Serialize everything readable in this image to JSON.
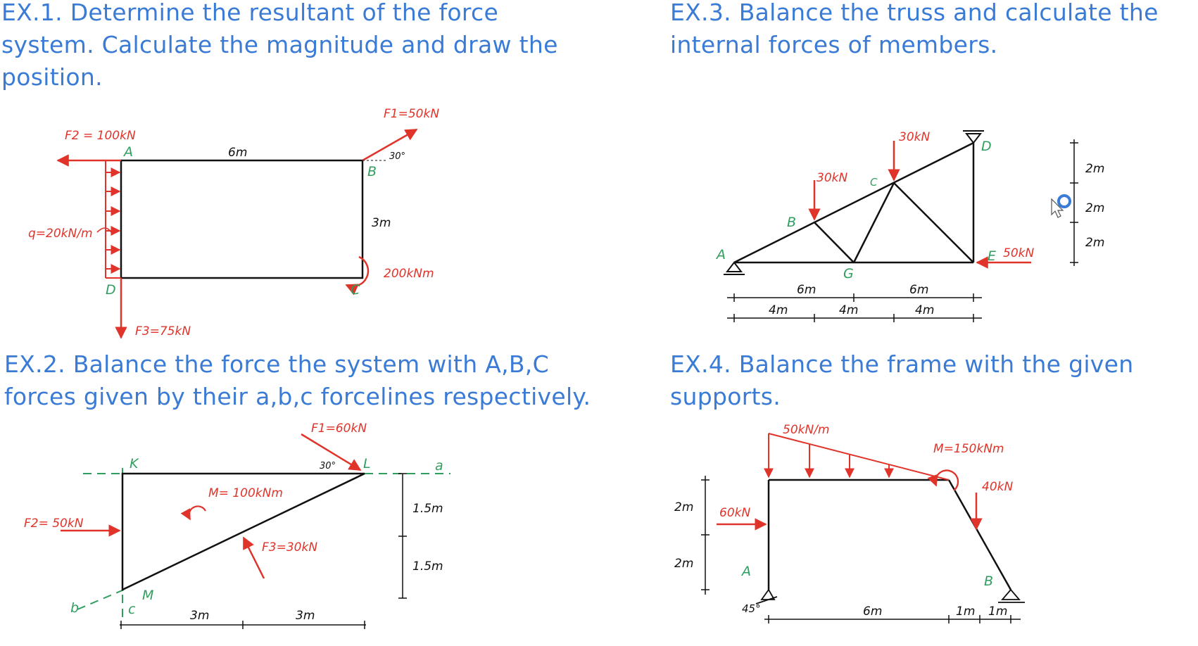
{
  "headings": {
    "ex1": [
      "EX.1. Determine the resultant of the force",
      "system. Calculate the magnitude and draw the",
      "position."
    ],
    "ex2": [
      "EX.2. Balance the force the system with A,B,C",
      "forces given by their a,b,c forcelines respectively."
    ],
    "ex3": [
      "EX.3. Balance the truss and calculate the",
      "internal forces of members."
    ],
    "ex4": [
      "EX.4. Balance the frame with the given",
      "supports."
    ]
  },
  "ex1": {
    "points": {
      "a": "A",
      "b": "B",
      "c": "C",
      "d": "D"
    },
    "f1": "F1=50kN",
    "f2": "F2 = 100kN",
    "f3": "F3=75kN",
    "angle": "30°",
    "moment": "200kNm",
    "q": "q=20kN/m",
    "dim_top": "6m",
    "dim_right": "3m"
  },
  "ex2": {
    "points": {
      "k": "K",
      "l": "L",
      "m": "M"
    },
    "f1": "F1=60kN",
    "f2": "F2= 50kN",
    "f3": "F3=30kN",
    "moment": "M= 100kNm",
    "angle": "30°",
    "line_a": "a",
    "line_b": "b",
    "line_c": "c",
    "dims_x": [
      "3m",
      "3m"
    ],
    "dims_y": [
      "1.5m",
      "1.5m"
    ]
  },
  "ex3": {
    "points": {
      "a": "A",
      "b": "B",
      "c": "C",
      "d": "D",
      "e": "E",
      "g": "G"
    },
    "load_b": "30kN",
    "load_c": "30kN",
    "load_e": "50kN",
    "dims_row1": [
      "6m",
      "6m"
    ],
    "dims_row2": [
      "4m",
      "4m",
      "4m"
    ],
    "dims_vertical": [
      "2m",
      "2m",
      "2m"
    ]
  },
  "ex4": {
    "points": {
      "a": "A",
      "b": "B"
    },
    "dist_load": "50kN/m",
    "moment": "M=150kNm",
    "p_vertical": "40kN",
    "p_horizontal": "60kN",
    "angle": "45°",
    "dims_x": [
      "6m",
      "1m",
      "1m"
    ],
    "dims_y": [
      "2m",
      "2m"
    ]
  },
  "colors": {
    "heading": "#3a7bd5",
    "force": "#e0342b",
    "structure": "#111111",
    "label": "#2f9e5f"
  }
}
